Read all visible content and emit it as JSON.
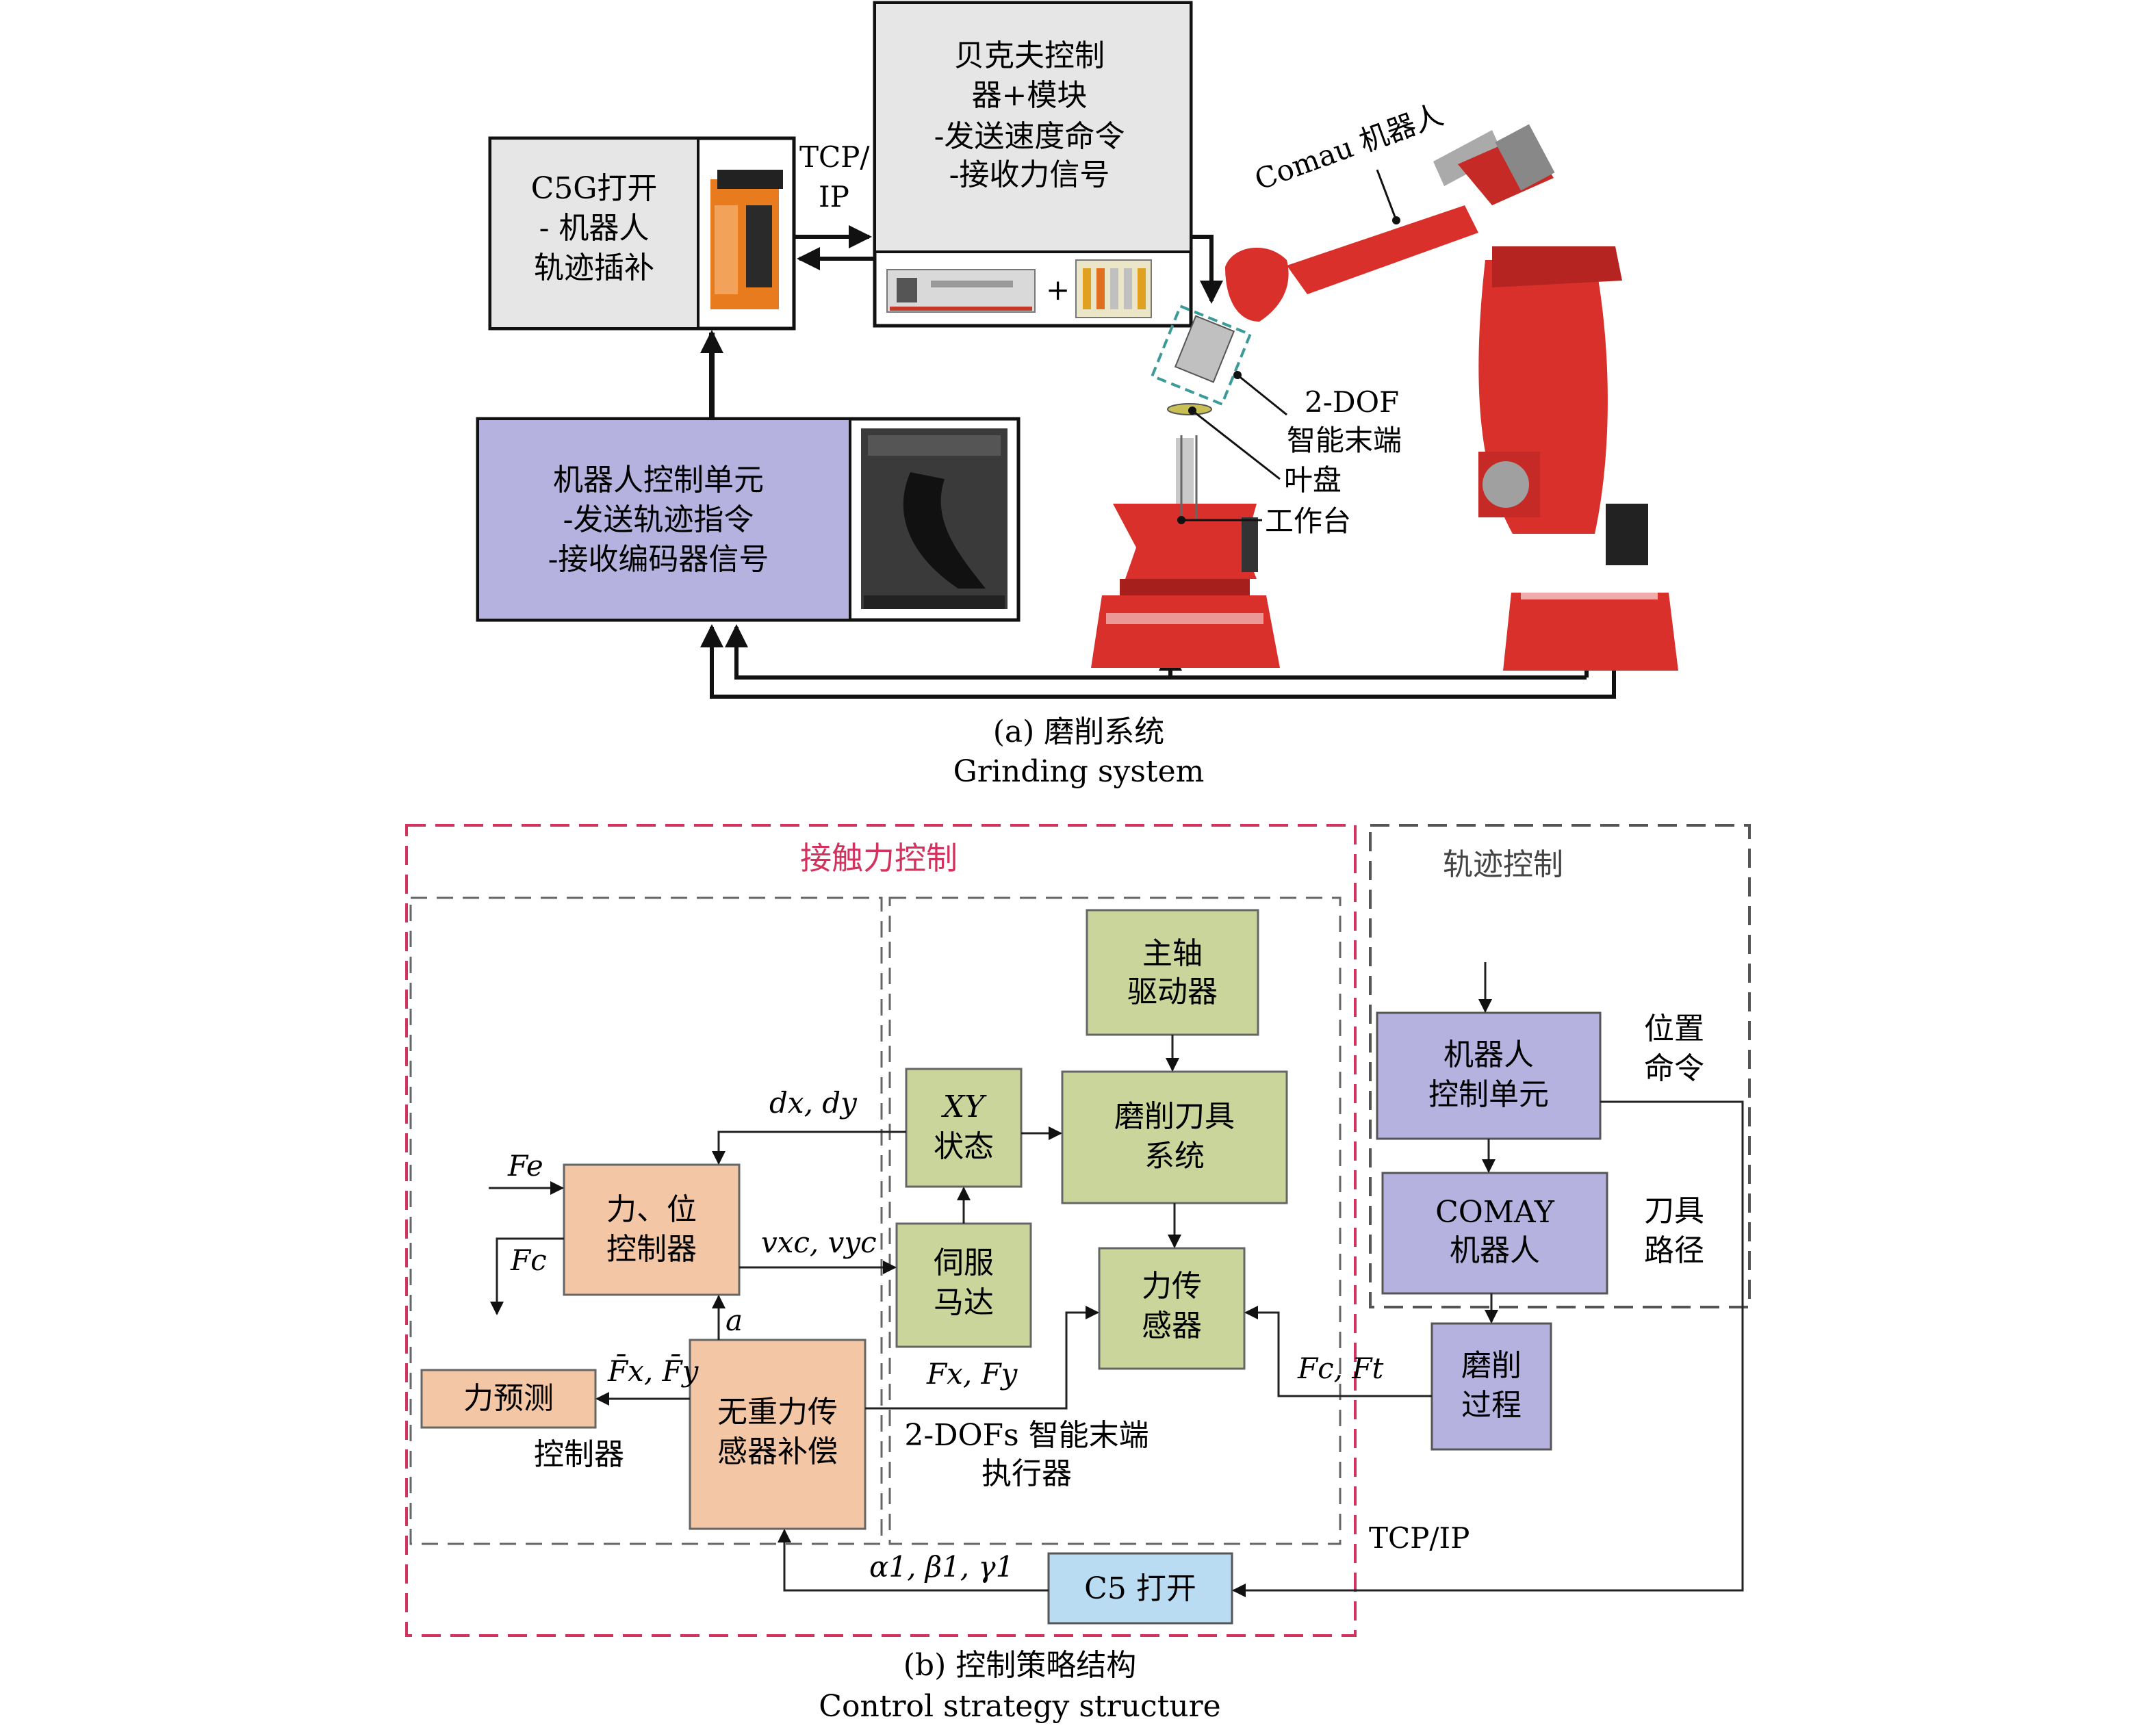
{
  "figure_a": {
    "c5g_box": [
      "C5G打开",
      "- 机器人",
      "轨迹插补"
    ],
    "tcp_ip": [
      "TCP/",
      "IP"
    ],
    "beckhoff_box": [
      "贝克夫控制",
      "器+模块",
      "-发送速度命令",
      "-接收力信号"
    ],
    "plus_sign": "+",
    "robot_ctrl_box": [
      "机器人控制单元",
      "-发送轨迹指令",
      "-接收编码器信号"
    ],
    "comau_label": "Comau 机器人",
    "dof_label": [
      "2-DOF",
      "智能末端"
    ],
    "blisk_label": "叶盘",
    "table_label": "工作台",
    "caption_cn": "(a) 磨削系统",
    "caption_en": "Grinding system"
  },
  "figure_b": {
    "contact_force_title": "接触力控制",
    "trajectory_title": "轨迹控制",
    "spindle_driver": [
      "主轴",
      "驱动器"
    ],
    "xy_state": [
      "XY",
      "状态"
    ],
    "grinding_tool": [
      "磨削刀具",
      "系统"
    ],
    "force_pos_ctrl": [
      "力、位",
      "控制器"
    ],
    "servo_motor": [
      "伺服",
      "马达"
    ],
    "force_sensor": [
      "力传",
      "感器"
    ],
    "force_predict": "力预测",
    "gravity_comp": [
      "无重力传",
      "感器补偿"
    ],
    "controller_label": "控制器",
    "end_effector_label": [
      "2-DOFs 智能末端",
      "执行器"
    ],
    "robot_ctrl_unit": [
      "机器人",
      "控制单元"
    ],
    "position_cmd": [
      "位置",
      "命令"
    ],
    "comay_robot": [
      "COMAY",
      "机器人"
    ],
    "tool_path": [
      "刀具",
      "路径"
    ],
    "grinding_process": [
      "磨削",
      "过程"
    ],
    "tcp_ip": "TCP/IP",
    "c5_open": "C5 打开",
    "sig_dx_dy": "dx, dy",
    "sig_fe": "Fe",
    "sig_fc": "Fc",
    "sig_vxc_vyc": "vxc, vyc",
    "sig_a": "a",
    "sig_fx_fy_bar": "F̄x, F̄y",
    "sig_fx_fy": "Fx, Fy",
    "sig_fc_ft": "Fc, Ft",
    "sig_angles": "α1, β1, γ1",
    "caption_cn": "(b) 控制策略结构",
    "caption_en": "Control strategy structure"
  },
  "colors": {
    "gray_box": "#e6e6e6",
    "purple_box": "#b6b2e0",
    "green_box": "#c9d59a",
    "orange_box": "#f3c6a5",
    "blue_box": "#b9dcf3",
    "pink_dash": "#d2335e",
    "robot_red": "#d9302c"
  }
}
